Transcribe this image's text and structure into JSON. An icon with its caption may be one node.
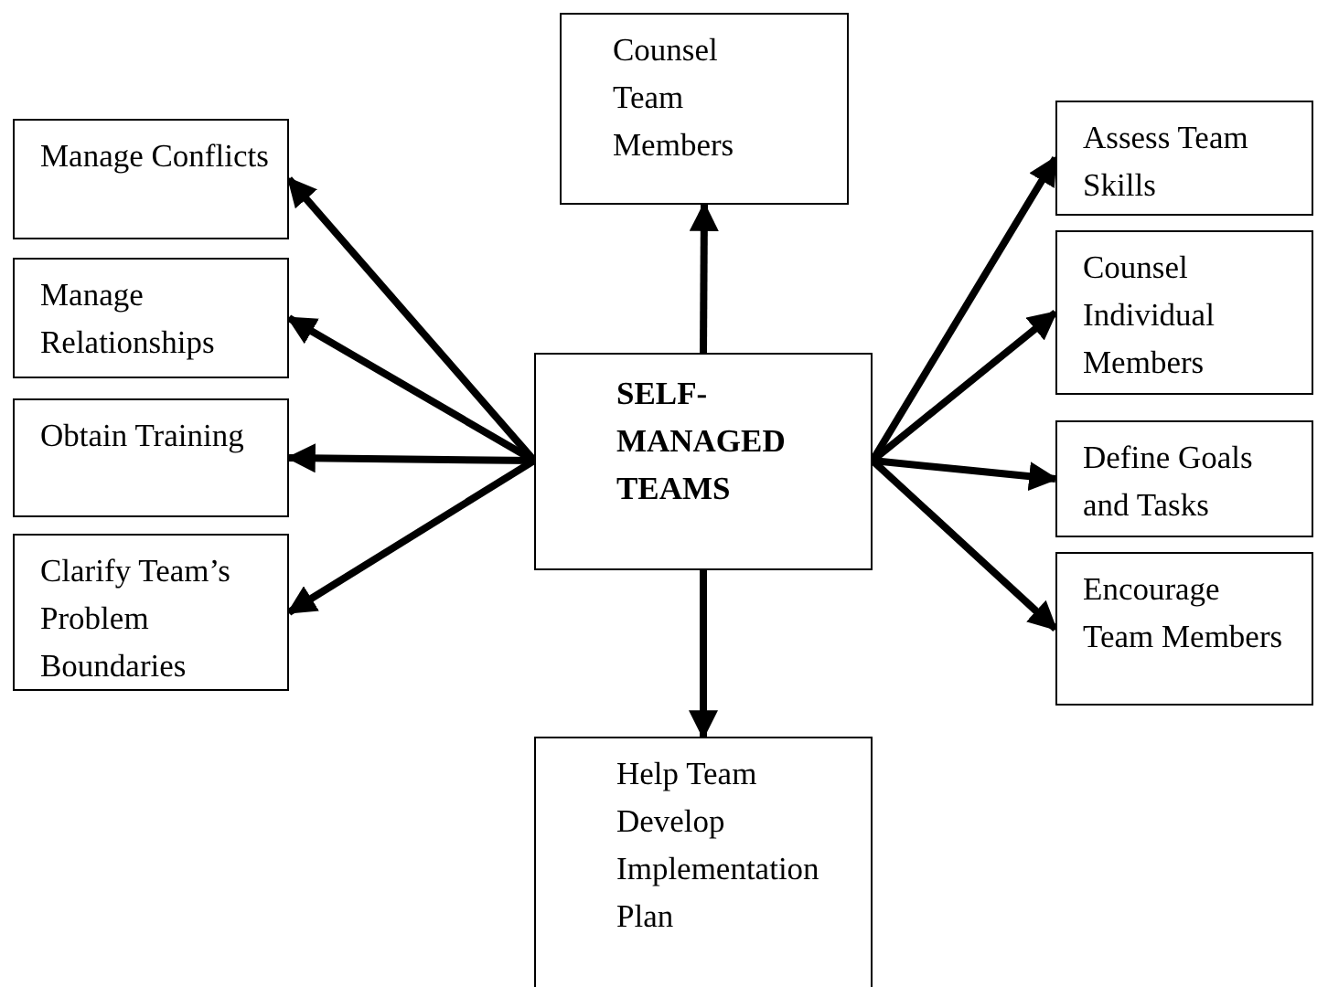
{
  "diagram": {
    "nodes": [
      {
        "text": [
          "SELF-MANAGED TEAMS"
        ]
      },
      {
        "text": [
          "Counsel Team Members"
        ]
      },
      {
        "text": [
          "Manage Conflicts"
        ]
      },
      {
        "text": [
          "Manage Relationships"
        ]
      },
      {
        "text": [
          "Obtain Training"
        ]
      },
      {
        "text": [
          "Clarify Team’s Problem Boundaries"
        ]
      },
      {
        "text": [
          "Assess Team Skills"
        ]
      },
      {
        "text": [
          "Counsel Individual Members"
        ]
      },
      {
        "text": [
          "Define Goals and Tasks"
        ]
      },
      {
        "text": [
          "Encourage Team Members"
        ]
      },
      {
        "text": [
          "Help Team Develop Implementation Plan"
        ]
      }
    ],
    "edges": [
      {
        "from": 0,
        "to": 1,
        "arrow": "to"
      },
      {
        "from": 0,
        "to": 2,
        "arrow": "to"
      },
      {
        "from": 0,
        "to": 3,
        "arrow": "to"
      },
      {
        "from": 0,
        "to": 4,
        "arrow": "to"
      },
      {
        "from": 0,
        "to": 5,
        "arrow": "to"
      },
      {
        "from": 0,
        "to": 6,
        "arrow": "to"
      },
      {
        "from": 0,
        "to": 7,
        "arrow": "to"
      },
      {
        "from": 0,
        "to": 8,
        "arrow": "to"
      },
      {
        "from": 0,
        "to": 9,
        "arrow": "to"
      },
      {
        "from": 0,
        "to": 10,
        "arrow": "to"
      }
    ]
  }
}
